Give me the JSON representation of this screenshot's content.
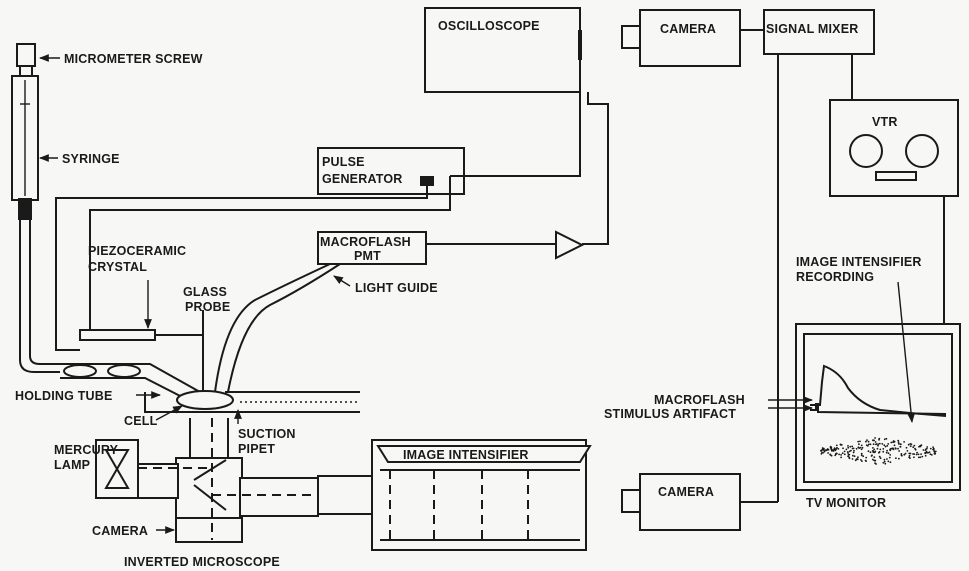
{
  "labels": {
    "micrometer_screw": "MICROMETER SCREW",
    "syringe": "SYRINGE",
    "piezoceramic_1": "PIEZOCERAMIC",
    "piezoceramic_2": "CRYSTAL",
    "glass_probe_1": "GLASS",
    "glass_probe_2": "PROBE",
    "holding_tube": "HOLDING TUBE",
    "cell": "CELL",
    "suction_pipet_1": "SUCTION",
    "suction_pipet_2": "PIPET",
    "mercury_lamp_1": "MERCURY",
    "mercury_lamp_2": "LAMP",
    "camera_left": "CAMERA",
    "inverted_microscope": "INVERTED MICROSCOPE",
    "oscilloscope": "OSCILLOSCOPE",
    "pulse_generator_1": "PULSE",
    "pulse_generator_2": "GENERATOR",
    "macroflash_pmt_1": "MACROFLASH",
    "macroflash_pmt_2": "PMT",
    "light_guide": "LIGHT GUIDE",
    "image_intensifier": "IMAGE INTENSIFIER",
    "camera_top": "CAMERA",
    "signal_mixer": "SIGNAL MIXER",
    "vtr": "VTR",
    "image_intensifier_recording_1": "IMAGE INTENSIFIER",
    "image_intensifier_recording_2": "RECORDING",
    "macroflash": "MACROFLASH",
    "stimulus_artifact": "STIMULUS ARTIFACT",
    "camera_bottom": "CAMERA",
    "tv_monitor": "TV MONITOR"
  },
  "colors": {
    "ink": "#1a1a1a",
    "paper": "#f7f7f5"
  }
}
